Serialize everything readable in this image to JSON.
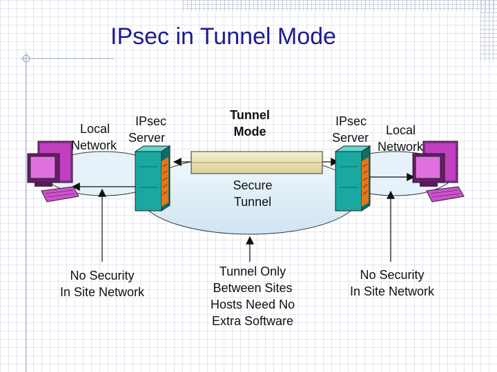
{
  "title": "IPsec in Tunnel Mode",
  "labels": {
    "left_local": "Local",
    "left_network": "Network",
    "left_ipsec": "IPsec",
    "left_server": "Server",
    "tunnel_mode_1": "Tunnel",
    "tunnel_mode_2": "Mode",
    "right_ipsec": "IPsec",
    "right_server": "Server",
    "right_local": "Local",
    "right_network": "Network",
    "secure_1": "Secure",
    "secure_2": "Tunnel",
    "no_security_left_1": "No Security",
    "no_security_left_2": "In Site Network",
    "only_1": "Tunnel Only",
    "only_2": "Between Sites",
    "only_3": "Hosts Need No",
    "only_4": "Extra Software",
    "no_security_right_1": "No Security",
    "no_security_right_2": "In Site Network"
  },
  "colors": {
    "title": "#1c1c8c",
    "tunnel_fill": "#ddeef8",
    "pipe_fill": "#ece3b7",
    "server_teal": "#1aa8a0",
    "server_orange": "#e8751a",
    "monitor_purple": "#a020a0"
  },
  "icons": [
    "pc-icon",
    "server-icon"
  ]
}
